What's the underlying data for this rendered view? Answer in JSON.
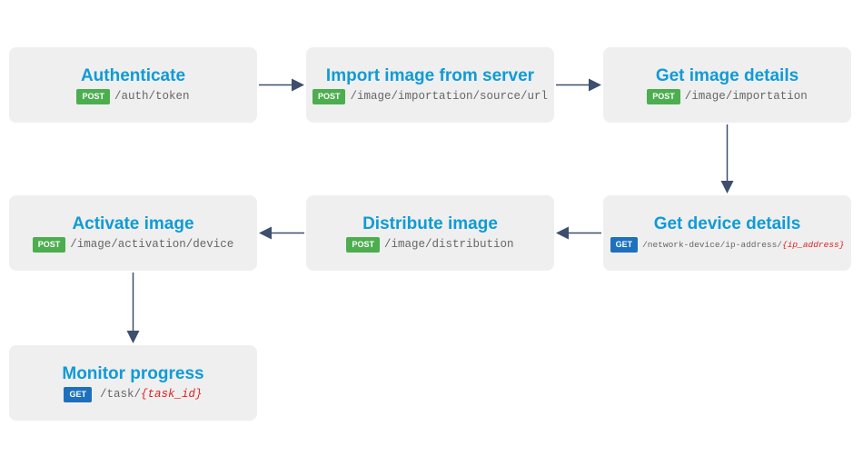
{
  "colors": {
    "title": "#0f9bd7",
    "post_badge": "#4cae4f",
    "get_badge": "#1d70be",
    "parameter": "#e02020",
    "arrow": "#3d4e6f",
    "node_background": "#efefef"
  },
  "steps": [
    {
      "title": "Authenticate",
      "method": "POST",
      "path": "/auth/token",
      "param": ""
    },
    {
      "title": "Import image from server",
      "method": "POST",
      "path": "/image/importation/source/url",
      "param": ""
    },
    {
      "title": "Get image details",
      "method": "POST",
      "path": "/image/importation",
      "param": ""
    },
    {
      "title": "Get device details",
      "method": "GET",
      "path": "/network-device/ip-address/",
      "param": "{ip_address}"
    },
    {
      "title": "Distribute image",
      "method": "POST",
      "path": "/image/distribution",
      "param": ""
    },
    {
      "title": "Activate image",
      "method": "POST",
      "path": "/image/activation/device",
      "param": ""
    },
    {
      "title": "Monitor progress",
      "method": "GET",
      "path": "/task/",
      "param": "{task_id}"
    }
  ],
  "flow": [
    [
      0,
      1
    ],
    [
      1,
      2
    ],
    [
      2,
      3
    ],
    [
      3,
      4
    ],
    [
      4,
      5
    ],
    [
      5,
      6
    ]
  ]
}
